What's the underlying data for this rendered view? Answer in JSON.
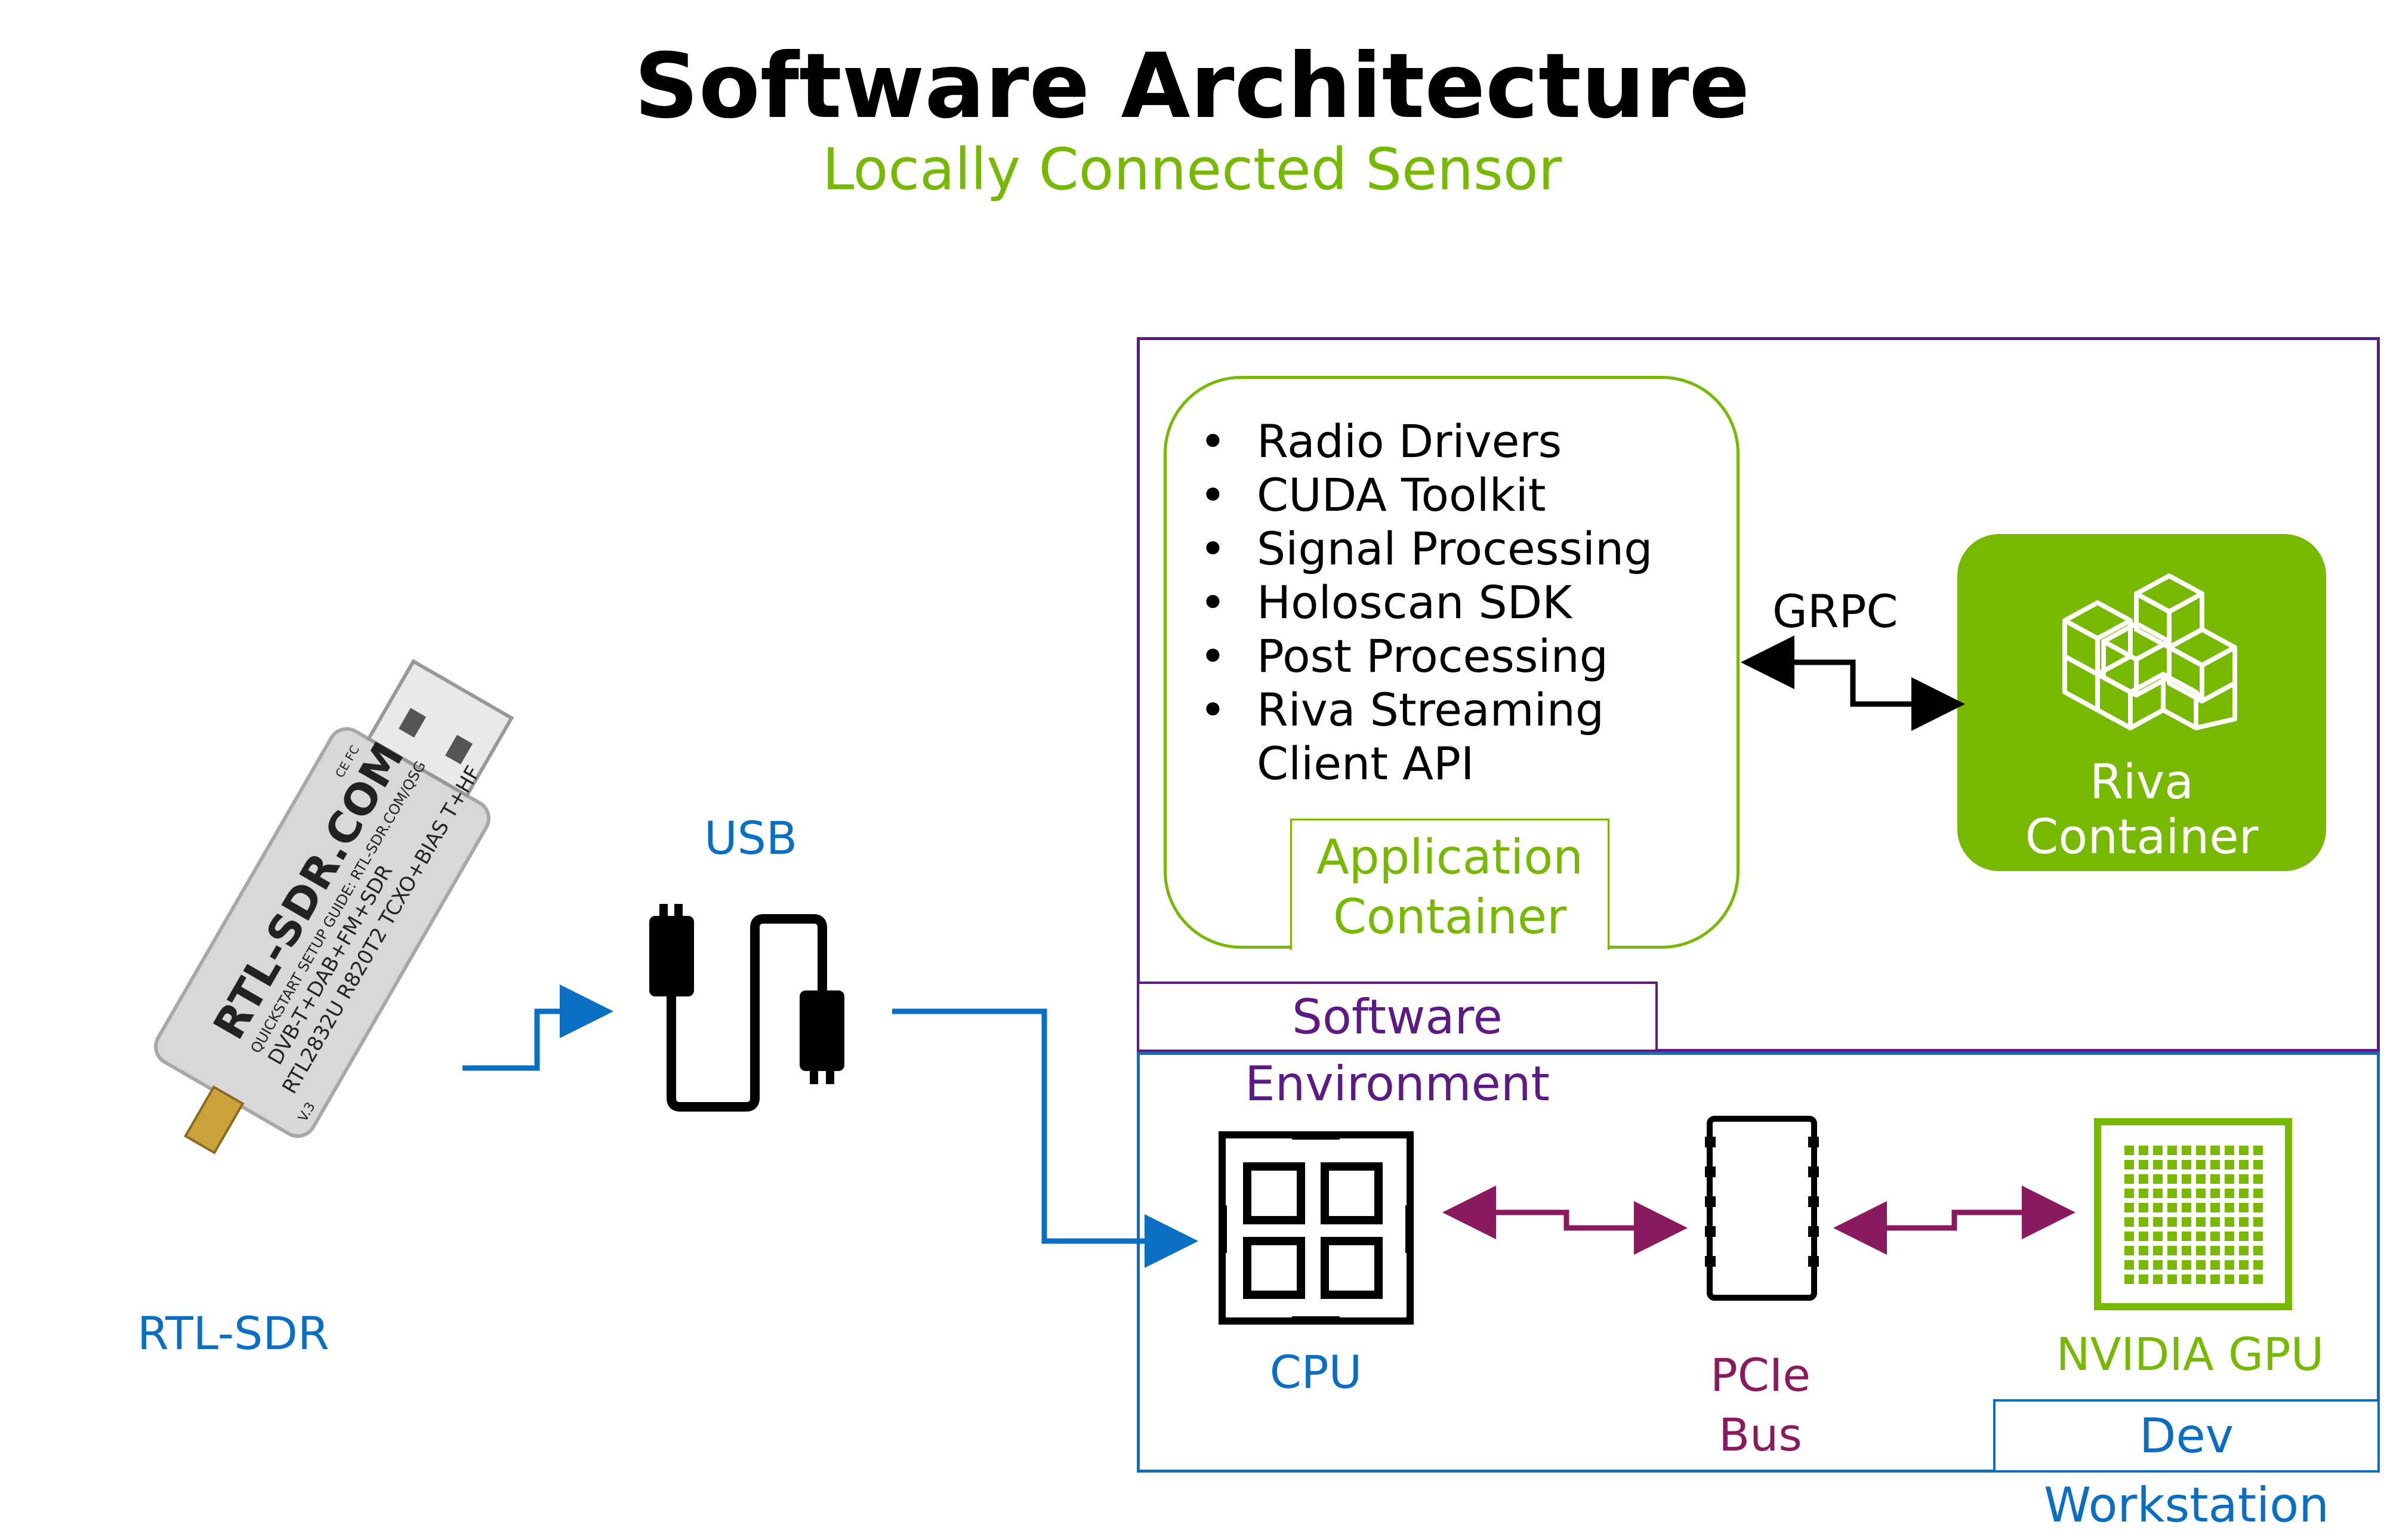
{
  "header": {
    "title": "Software Architecture",
    "subtitle": "Locally Connected Sensor"
  },
  "device": {
    "label": "RTL-SDR",
    "print": {
      "brand": "RTL-SDR.COM",
      "guide": "QUICKSTART SETUP GUIDE: RTL-SDR.COM/QSG",
      "line1": "DVB-T+DAB+FM+SDR",
      "line2": "RTL2832U R820T2 TCXO+BIAS T+HF",
      "version": "V.3",
      "ce": "CE FC"
    }
  },
  "usb": {
    "label": "USB"
  },
  "software_environment": {
    "label": "Software Environment",
    "application_container": {
      "items": [
        "Radio Drivers",
        "CUDA Toolkit",
        "Signal Processing",
        "Holoscan SDK",
        "Post Processing",
        "Riva Streaming",
        "Client API"
      ],
      "label_line1": "Application",
      "label_line2": "Container"
    },
    "link_label": "GRPC",
    "riva": {
      "line1": "Riva",
      "line2": "Container"
    }
  },
  "workstation": {
    "label": "Dev Workstation",
    "cpu": "CPU",
    "pcie_line1": "PCIe",
    "pcie_line2": "Bus",
    "gpu": "NVIDIA GPU"
  },
  "colors": {
    "nvidia_green": "#76b900",
    "usb_blue": "#0a6fc2",
    "env_purple": "#5b1a84",
    "bus_maroon": "#8a1a5f"
  }
}
